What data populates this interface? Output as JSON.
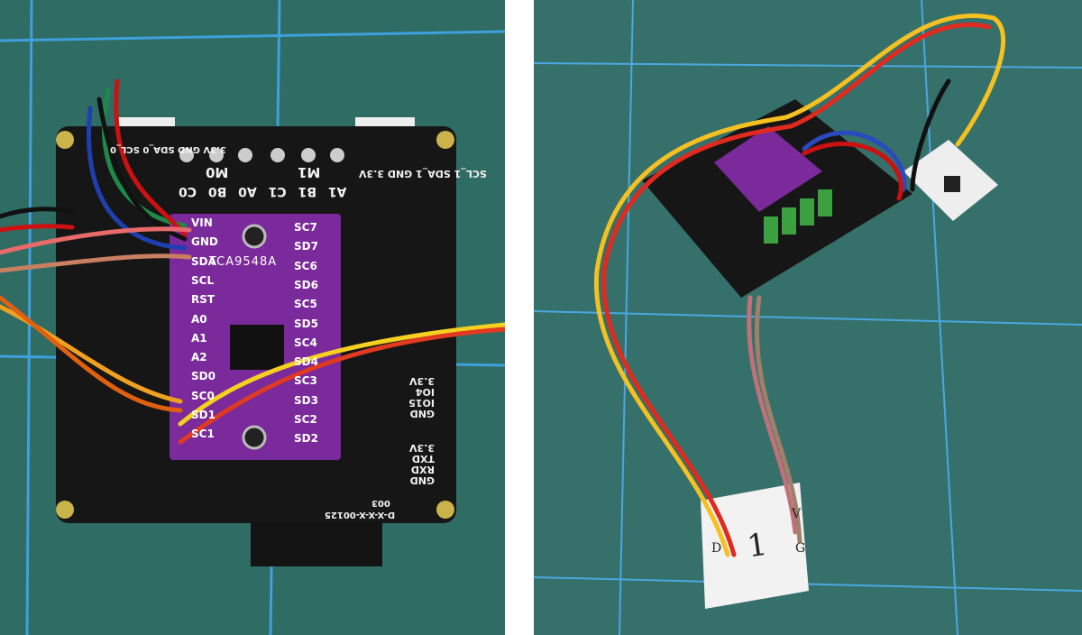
{
  "left_photo": {
    "connector_0_labels": [
      "3.3V",
      "GND",
      "SDA_0",
      "SCL_0"
    ],
    "connector_1_labels": [
      "3.3V",
      "GND",
      "SDA_1",
      "SCL_1"
    ],
    "header_labels": [
      "C0",
      "B0",
      "A0",
      "C1",
      "B1",
      "A1"
    ],
    "group_labels": [
      "M0",
      "M1"
    ],
    "breakout": {
      "chip": "TCA9548A",
      "left_pins": [
        "VIN",
        "GND",
        "SDA",
        "SCL",
        "RST",
        "A0",
        "A1",
        "A2",
        "SD0",
        "SC0",
        "SD1",
        "SC1"
      ],
      "right_pins": [
        "SC7",
        "SD7",
        "SC6",
        "SD6",
        "SC5",
        "SD5",
        "SC4",
        "SD4",
        "SC3",
        "SD3",
        "SC2",
        "SD2"
      ]
    },
    "edge_block_1": [
      "3.3V",
      "IO4",
      "IO15",
      "GND"
    ],
    "edge_block_2": [
      "3.3V",
      "TXD",
      "RXD",
      "GND"
    ],
    "board_id": "D-X-X-X-00125",
    "board_rev": "003"
  },
  "right_photo": {
    "sensor_mark": "1",
    "sensor_pins": [
      "V",
      "G",
      "D"
    ]
  },
  "colors": {
    "mat": "#2f6c64",
    "board": "#161616",
    "breakout": "#7a2a9a",
    "grid": "#4aa8e0"
  }
}
